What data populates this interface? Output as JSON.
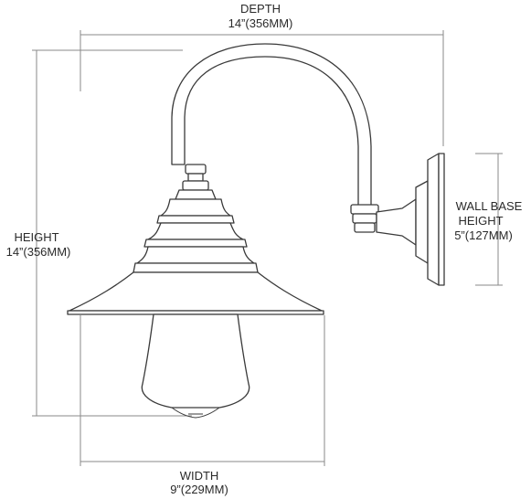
{
  "dimensions": {
    "depth": {
      "label": "DEPTH",
      "value": "14”(356MM)"
    },
    "height": {
      "label": "HEIGHT",
      "value": "14”(356MM)"
    },
    "width": {
      "label": "WIDTH",
      "value": "9”(229MM)"
    },
    "wall_base_height": {
      "label_line1": "WALL BASE",
      "label_line2": "HEIGHT",
      "value": "5”(127MM)"
    }
  }
}
